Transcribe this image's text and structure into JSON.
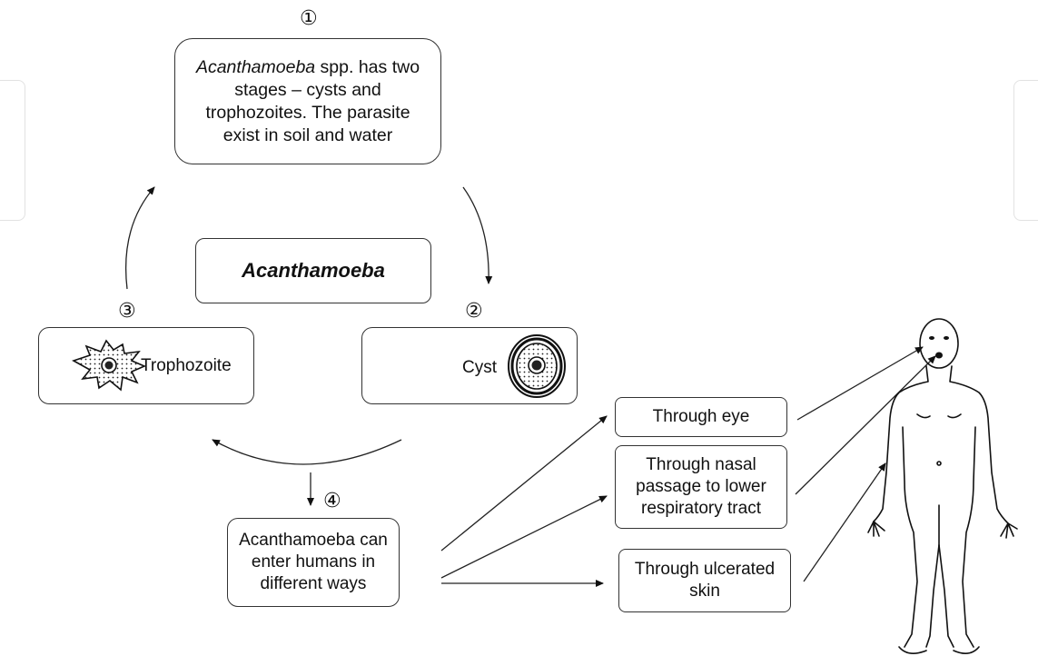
{
  "steps": {
    "one": "①",
    "two": "②",
    "three": "③",
    "four": "④"
  },
  "info_box": {
    "italic": "Acanthamoeba",
    "rest": " spp. has two stages – cysts and trophozoites. The parasite exist in soil and water"
  },
  "center_label": "Acanthamoeba",
  "trophozoite_label": "Trophozoite",
  "cyst_label": "Cyst",
  "entry_box": "Acanthamoeba can enter humans in different ways",
  "routes": {
    "eye": "Through eye",
    "nasal": "Through nasal passage to lower respiratory tract",
    "skin": "Through ulcerated skin"
  },
  "icons": {
    "trophozoite": "trophozoite-cell-icon",
    "cyst": "cyst-cell-icon",
    "human": "human-body-outline-icon"
  }
}
